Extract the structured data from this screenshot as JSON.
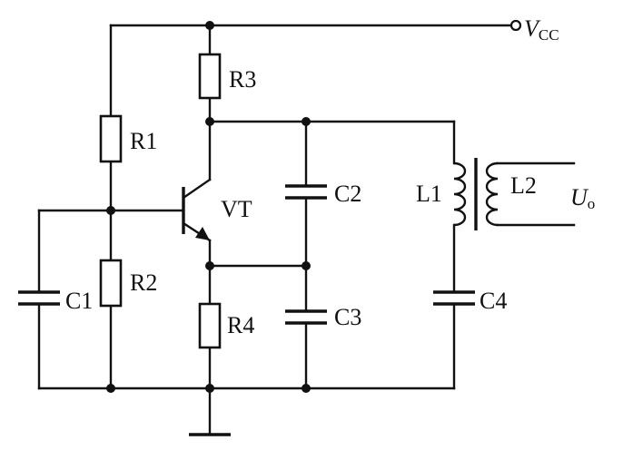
{
  "labels": {
    "vcc_main": "V",
    "vcc_sub": "CC",
    "r1": "R1",
    "r2": "R2",
    "r3": "R3",
    "r4": "R4",
    "c1": "C1",
    "c2": "C2",
    "c3": "C3",
    "c4": "C4",
    "l1": "L1",
    "l2": "L2",
    "vt": "VT",
    "uo_main": "U",
    "uo_sub": "o"
  }
}
